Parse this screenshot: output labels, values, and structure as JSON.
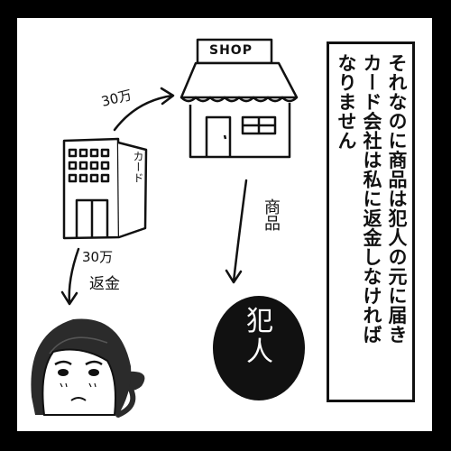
{
  "narration": {
    "line1": "それなのに商品は犯人の元に届き",
    "line2": "カード会社は私に返金しなければ",
    "line3": "なりません"
  },
  "labels": {
    "payment_amount": "30万",
    "refund_amount": "30万",
    "refund_word": "返金",
    "goods": "商品",
    "card_company": "カード",
    "shop_sign": "SHOP",
    "criminal": "犯人"
  },
  "colors": {
    "border": "#000000",
    "panel": "#ffffff",
    "ink": "#111111",
    "hair": "#2b2b2b",
    "skin": "#ffffff"
  }
}
